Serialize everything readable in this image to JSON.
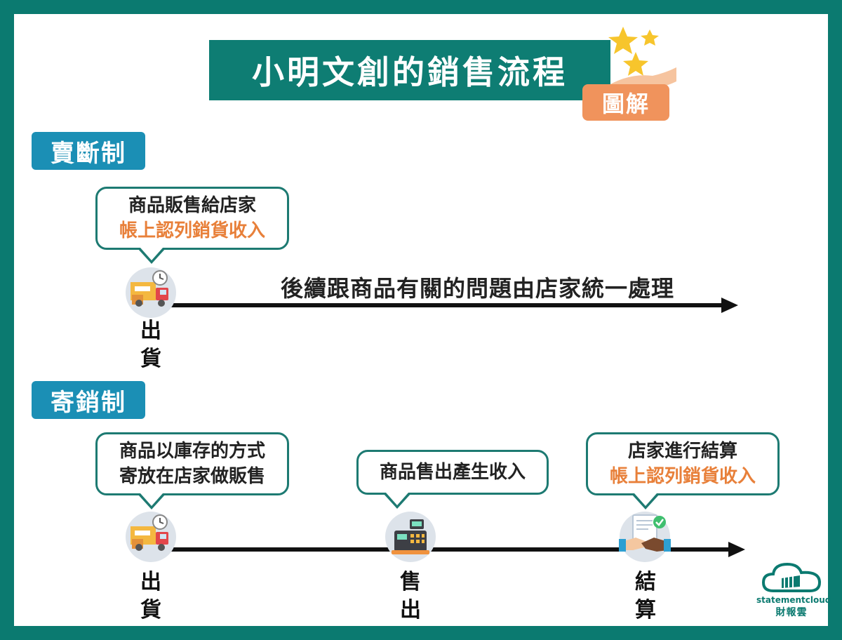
{
  "title": "小明文創的銷售流程",
  "tag": "圖解",
  "sections": {
    "outright": {
      "label": "賣斷制",
      "callout": {
        "line1": "商品販售給店家",
        "line2": "帳上認列銷貨收入"
      },
      "timeline_text": "後續跟商品有關的問題由店家統一處理",
      "stage": {
        "c1": "出",
        "c2": "貨"
      }
    },
    "consignment": {
      "label": "寄銷制",
      "callout1": {
        "line1": "商品以庫存的方式",
        "line2": "寄放在店家做販售"
      },
      "callout2": {
        "line1": "商品售出產生收入"
      },
      "callout3": {
        "line1": "店家進行結算",
        "line2": "帳上認列銷貨收入"
      },
      "stage1": {
        "c1": "出",
        "c2": "貨"
      },
      "stage2": {
        "c1": "售",
        "c2": "出"
      },
      "stage3": {
        "c1": "結",
        "c2": "算"
      }
    }
  },
  "logo": {
    "en": "statementcloud",
    "zh": "財報雲"
  },
  "icons": [
    "delivery-truck-icon",
    "cash-register-icon",
    "handshake-icon",
    "stars-hand-icon",
    "cloud-logo-icon"
  ],
  "colors": {
    "border": "#0b7a70",
    "title_bg": "#0e7d73",
    "tag_bg": "#f0935c",
    "section_bg": "#1b8fb5",
    "accent_text": "#e8803a"
  }
}
